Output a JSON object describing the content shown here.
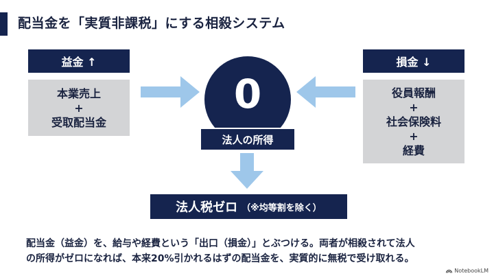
{
  "title": "配当金を「実質非課税」にする相殺システム",
  "left": {
    "header": "益金 ↑",
    "lines": [
      "本業売上",
      "+",
      "受取配当金"
    ]
  },
  "right": {
    "header": "損金 ↓",
    "lines": [
      "役員報酬",
      "+",
      "社会保険料",
      "+",
      "経費"
    ]
  },
  "center": {
    "value": "0",
    "label": "法人の所得"
  },
  "result": {
    "main": "法人税ゼロ",
    "note": "（※均等割を除く）"
  },
  "description": [
    "配当金（益金）を、給与や経費という「出口（損金）」とぶつける。両者が相殺されて法人",
    "の所得がゼロになれば、本来20%引かれるはずの配当金を、実質的に無税で受け取れる。"
  ],
  "watermark": "NotebookLM",
  "colors": {
    "navy": "#15244f",
    "grey": "#d3d4d6",
    "arrow": "#9ec7ea"
  }
}
